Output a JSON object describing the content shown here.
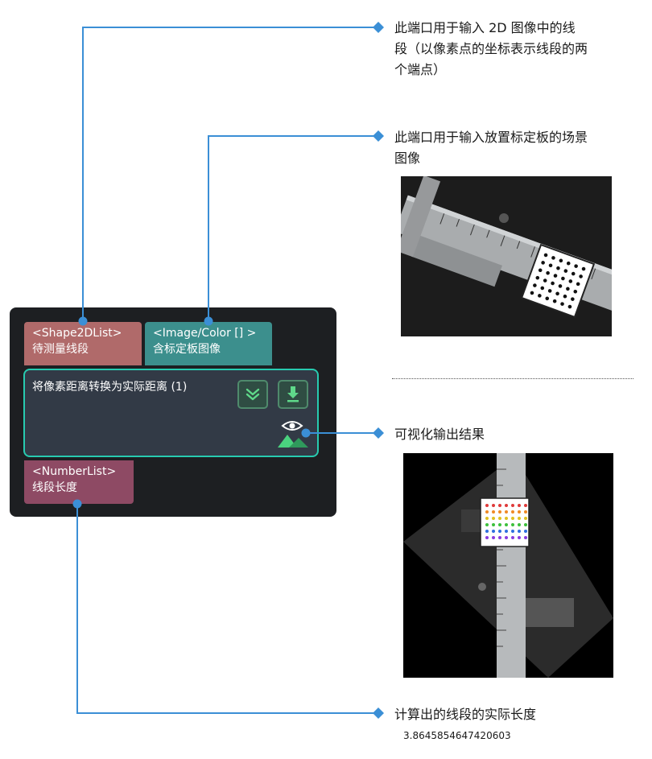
{
  "node": {
    "title": "将像素距离转换为实际距离 (1)",
    "inputs": [
      {
        "type": "<Shape2DList>",
        "label": "待测量线段",
        "color": "#b06a6a"
      },
      {
        "type": "<Image/Color [] >",
        "label": "含标定板图像",
        "color": "#3c8f8d"
      }
    ],
    "outputs": [
      {
        "type": "<NumberList>",
        "label": "线段长度",
        "color": "#8e4a64"
      }
    ],
    "accent": "#27cbb0",
    "buttons": {
      "collapse_icon": "chevron-double-down-icon",
      "download_icon": "download-arrow-icon"
    },
    "visualize_icon": "eye-image-icon"
  },
  "annotations": {
    "input_segments": "此端口用于输入 2D 图像中的线段（以像素点的坐标表示线段的两个端点）",
    "input_image": "此端口用于输入放置标定板的场景图像",
    "visual_output": "可视化输出结果",
    "output_length": "计算出的线段的实际长度",
    "output_value": "3.8645854647420603"
  },
  "connector_color": "#3b8fd6"
}
